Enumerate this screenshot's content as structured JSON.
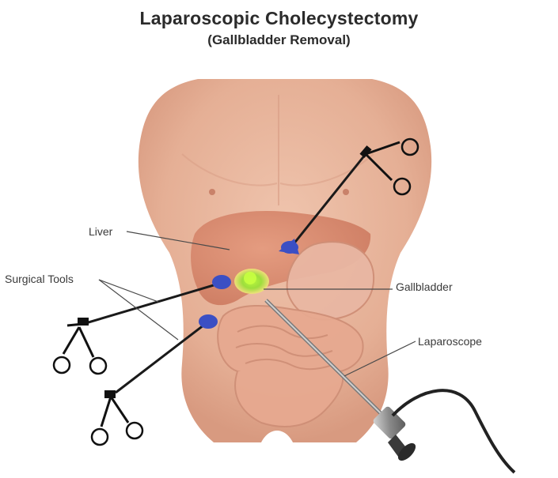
{
  "title": "Laparoscopic Cholecystectomy",
  "subtitle": "(Gallbladder Removal)",
  "labels": {
    "liver": "Liver",
    "surgical_tools": "Surgical Tools",
    "gallbladder": "Gallbladder",
    "laparoscope": "Laparoscope"
  },
  "colors": {
    "skin": "#e8b79e",
    "liver": "#d98a6f",
    "gallbladder": "#9be23a",
    "trocar": "#3b4fc4",
    "instrument": "#1a1a1a",
    "label_text": "#3a3a3a"
  }
}
